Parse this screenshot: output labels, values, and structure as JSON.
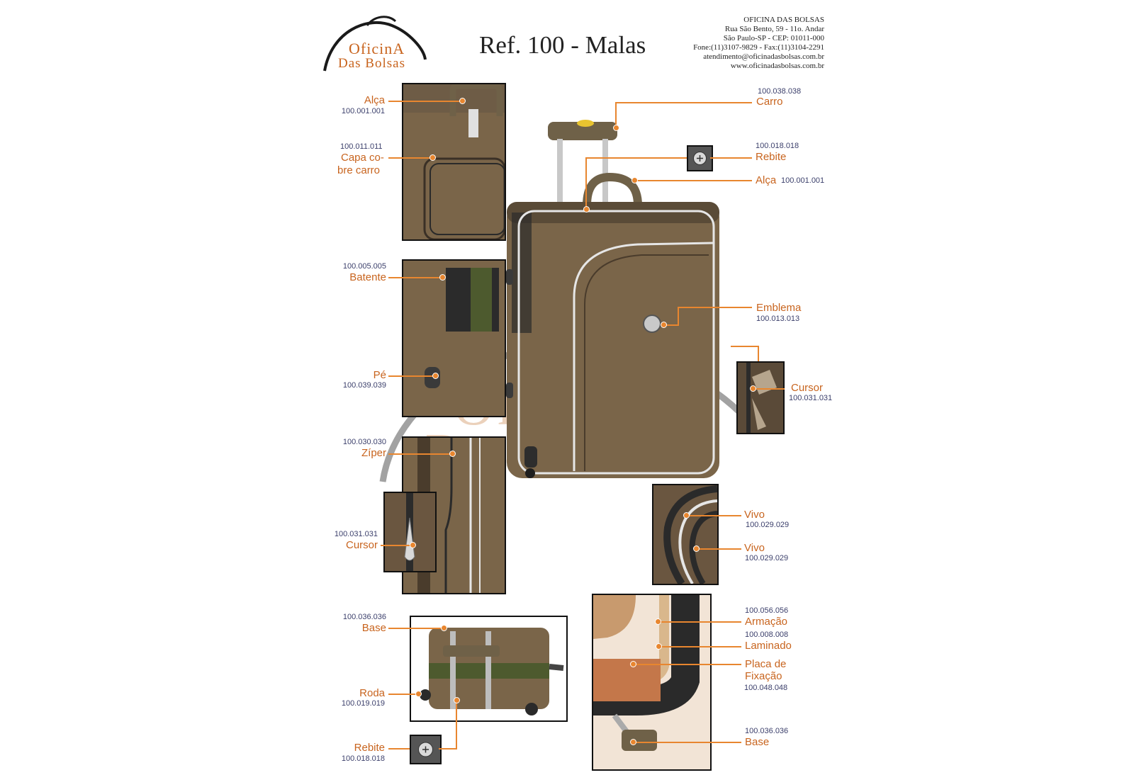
{
  "header": {
    "logo": {
      "line1": "OficinA",
      "line2": "Das Bolsas"
    },
    "title": "Ref. 100 - Malas",
    "contact": [
      "OFICINA DAS BOLSAS",
      "Rua São Bento, 59 - 11o. Andar",
      "São Paulo-SP - CEP: 01011-000",
      "Fone:(11)3107-9829 - Fax:(11)3104-2291",
      "atendimento@oficinadasbolsas.com.br",
      "www.oficinadasbolsas.com.br"
    ]
  },
  "watermark": {
    "line1": "OficinA",
    "line2": "Das Bolsas"
  },
  "parts": {
    "alca_top_left": {
      "label": "Alça",
      "code": "100.001.001"
    },
    "capa_cobre_carro": {
      "label_line1": "Capa co-",
      "label_line2": "bre carro",
      "code": "100.011.011"
    },
    "batente": {
      "label": "Batente",
      "code": "100.005.005"
    },
    "pe": {
      "label": "Pé",
      "code": "100.039.039"
    },
    "ziper": {
      "label": "Zíper",
      "code": "100.030.030"
    },
    "cursor_left": {
      "label": "Cursor",
      "code": "100.031.031"
    },
    "base_left": {
      "label": "Base",
      "code": "100.036.036"
    },
    "roda": {
      "label": "Roda",
      "code": "100.019.019"
    },
    "rebite_bottom": {
      "label": "Rebite",
      "code": "100.018.018"
    },
    "carro": {
      "label": "Carro",
      "code": "100.038.038"
    },
    "rebite_top": {
      "label": "Rebite",
      "code": "100.018.018"
    },
    "alca_right": {
      "label": "Alça",
      "code": "100.001.001"
    },
    "emblema": {
      "label": "Emblema",
      "code": "100.013.013"
    },
    "cursor_right": {
      "label": "Cursor",
      "code": "100.031.031"
    },
    "vivo_1": {
      "label": "Vivo",
      "code": "100.029.029"
    },
    "vivo_2": {
      "label": "Vivo",
      "code": "100.029.029"
    },
    "armacao": {
      "label": "Armação",
      "code": "100.056.056"
    },
    "laminado": {
      "label": "Laminado",
      "code": "100.008.008"
    },
    "placa_fixacao": {
      "label_line1": "Placa de",
      "label_line2": "Fixação",
      "code": "100.048.048"
    },
    "base_right": {
      "label": "Base",
      "code": "100.036.036"
    }
  },
  "colors": {
    "label": "#c8641e",
    "code": "#3b3f6b",
    "leader": "#e8862f",
    "fabric": "#6e5c46",
    "frame": "#111111"
  }
}
